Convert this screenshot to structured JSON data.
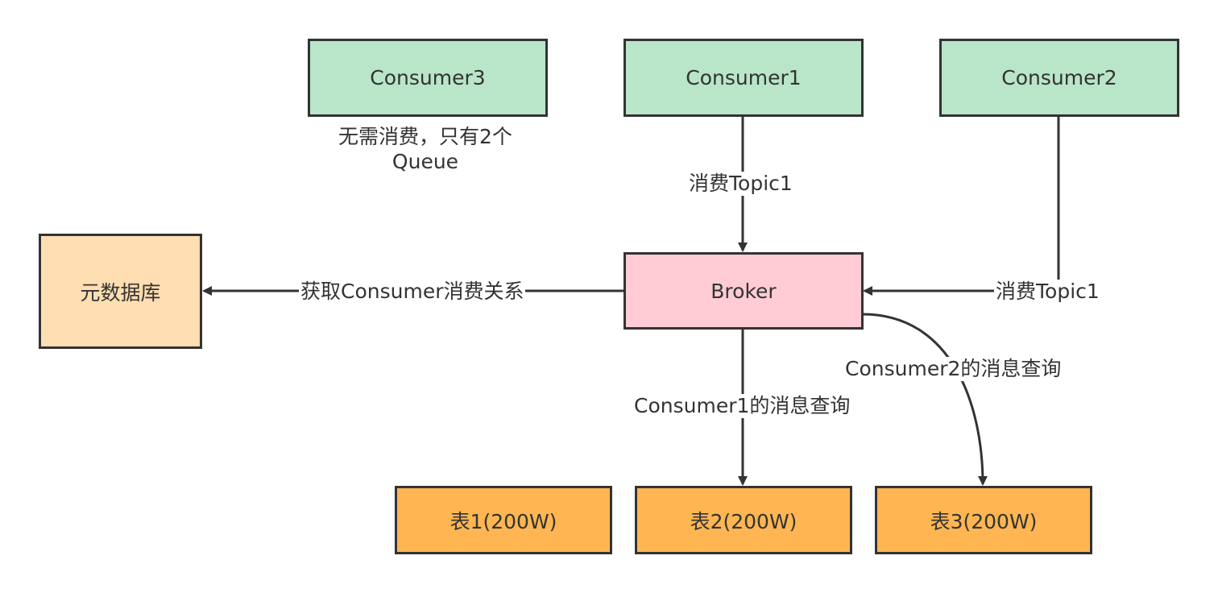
{
  "nodes": {
    "consumer3": "Consumer3",
    "consumer1": "Consumer1",
    "consumer2": "Consumer2",
    "metadb": "元数据库",
    "broker": "Broker",
    "table1": "表1(200W)",
    "table2": "表2(200W)",
    "table3": "表3(200W)"
  },
  "notes": {
    "consumer3_line1": "无需消费，只有2个",
    "consumer3_line2": "Queue"
  },
  "edges": {
    "consumer1_to_broker": "消费Topic1",
    "consumer2_to_broker": "消费Topic1",
    "broker_to_metadb": "获取Consumer消费关系",
    "broker_to_table2": "Consumer1的消息查询",
    "broker_to_table3": "Consumer2的消息查询"
  },
  "colors": {
    "consumer_fill": "#b9e6c9",
    "broker_fill": "#ffccd5",
    "metadb_fill": "#ffdeb1",
    "table_fill": "#ffb652",
    "stroke": "#333333"
  }
}
